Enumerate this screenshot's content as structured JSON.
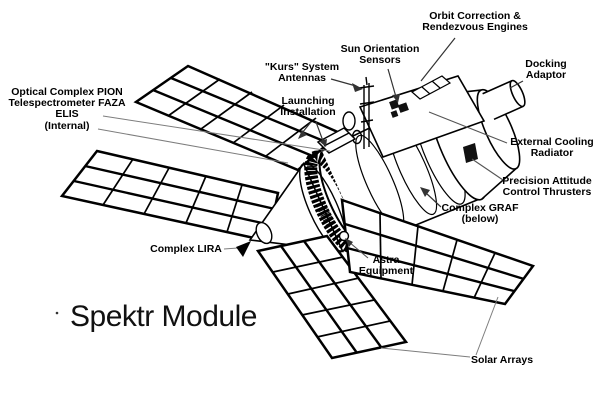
{
  "colors": {
    "ink": "#000000",
    "leader_gray": "#7d7d7d",
    "background": "#ffffff"
  },
  "diagram": {
    "title": "Spektr Module",
    "labels": [
      {
        "id": "optical-complex-pion",
        "text": "Optical Complex PION\nTelespectrometer FAZA\nELIS\n(Internal)"
      },
      {
        "id": "kurs-system-antennas",
        "text": "\"Kurs\" System\nAntennas"
      },
      {
        "id": "launching-installation",
        "text": "Launching\nInstallation"
      },
      {
        "id": "sun-orientation-sensors",
        "text": "Sun Orientation\nSensors"
      },
      {
        "id": "orbit-correction-rendezvous-engines",
        "text": "Orbit Correction &\nRendezvous Engines"
      },
      {
        "id": "docking-adaptor",
        "text": "Docking\nAdaptor"
      },
      {
        "id": "external-cooling-radiator",
        "text": "External Cooling\nRadiator"
      },
      {
        "id": "precision-attitude-control-thrusters",
        "text": "Precision Attitude\nControl Thrusters"
      },
      {
        "id": "complex-graf",
        "text": "Complex GRAF\n(below)"
      },
      {
        "id": "complex-lira",
        "text": "Complex LIRA"
      },
      {
        "id": "astra-equipment",
        "text": "Astra\nEquipment"
      },
      {
        "id": "solar-arrays",
        "text": "Solar Arrays"
      }
    ]
  }
}
